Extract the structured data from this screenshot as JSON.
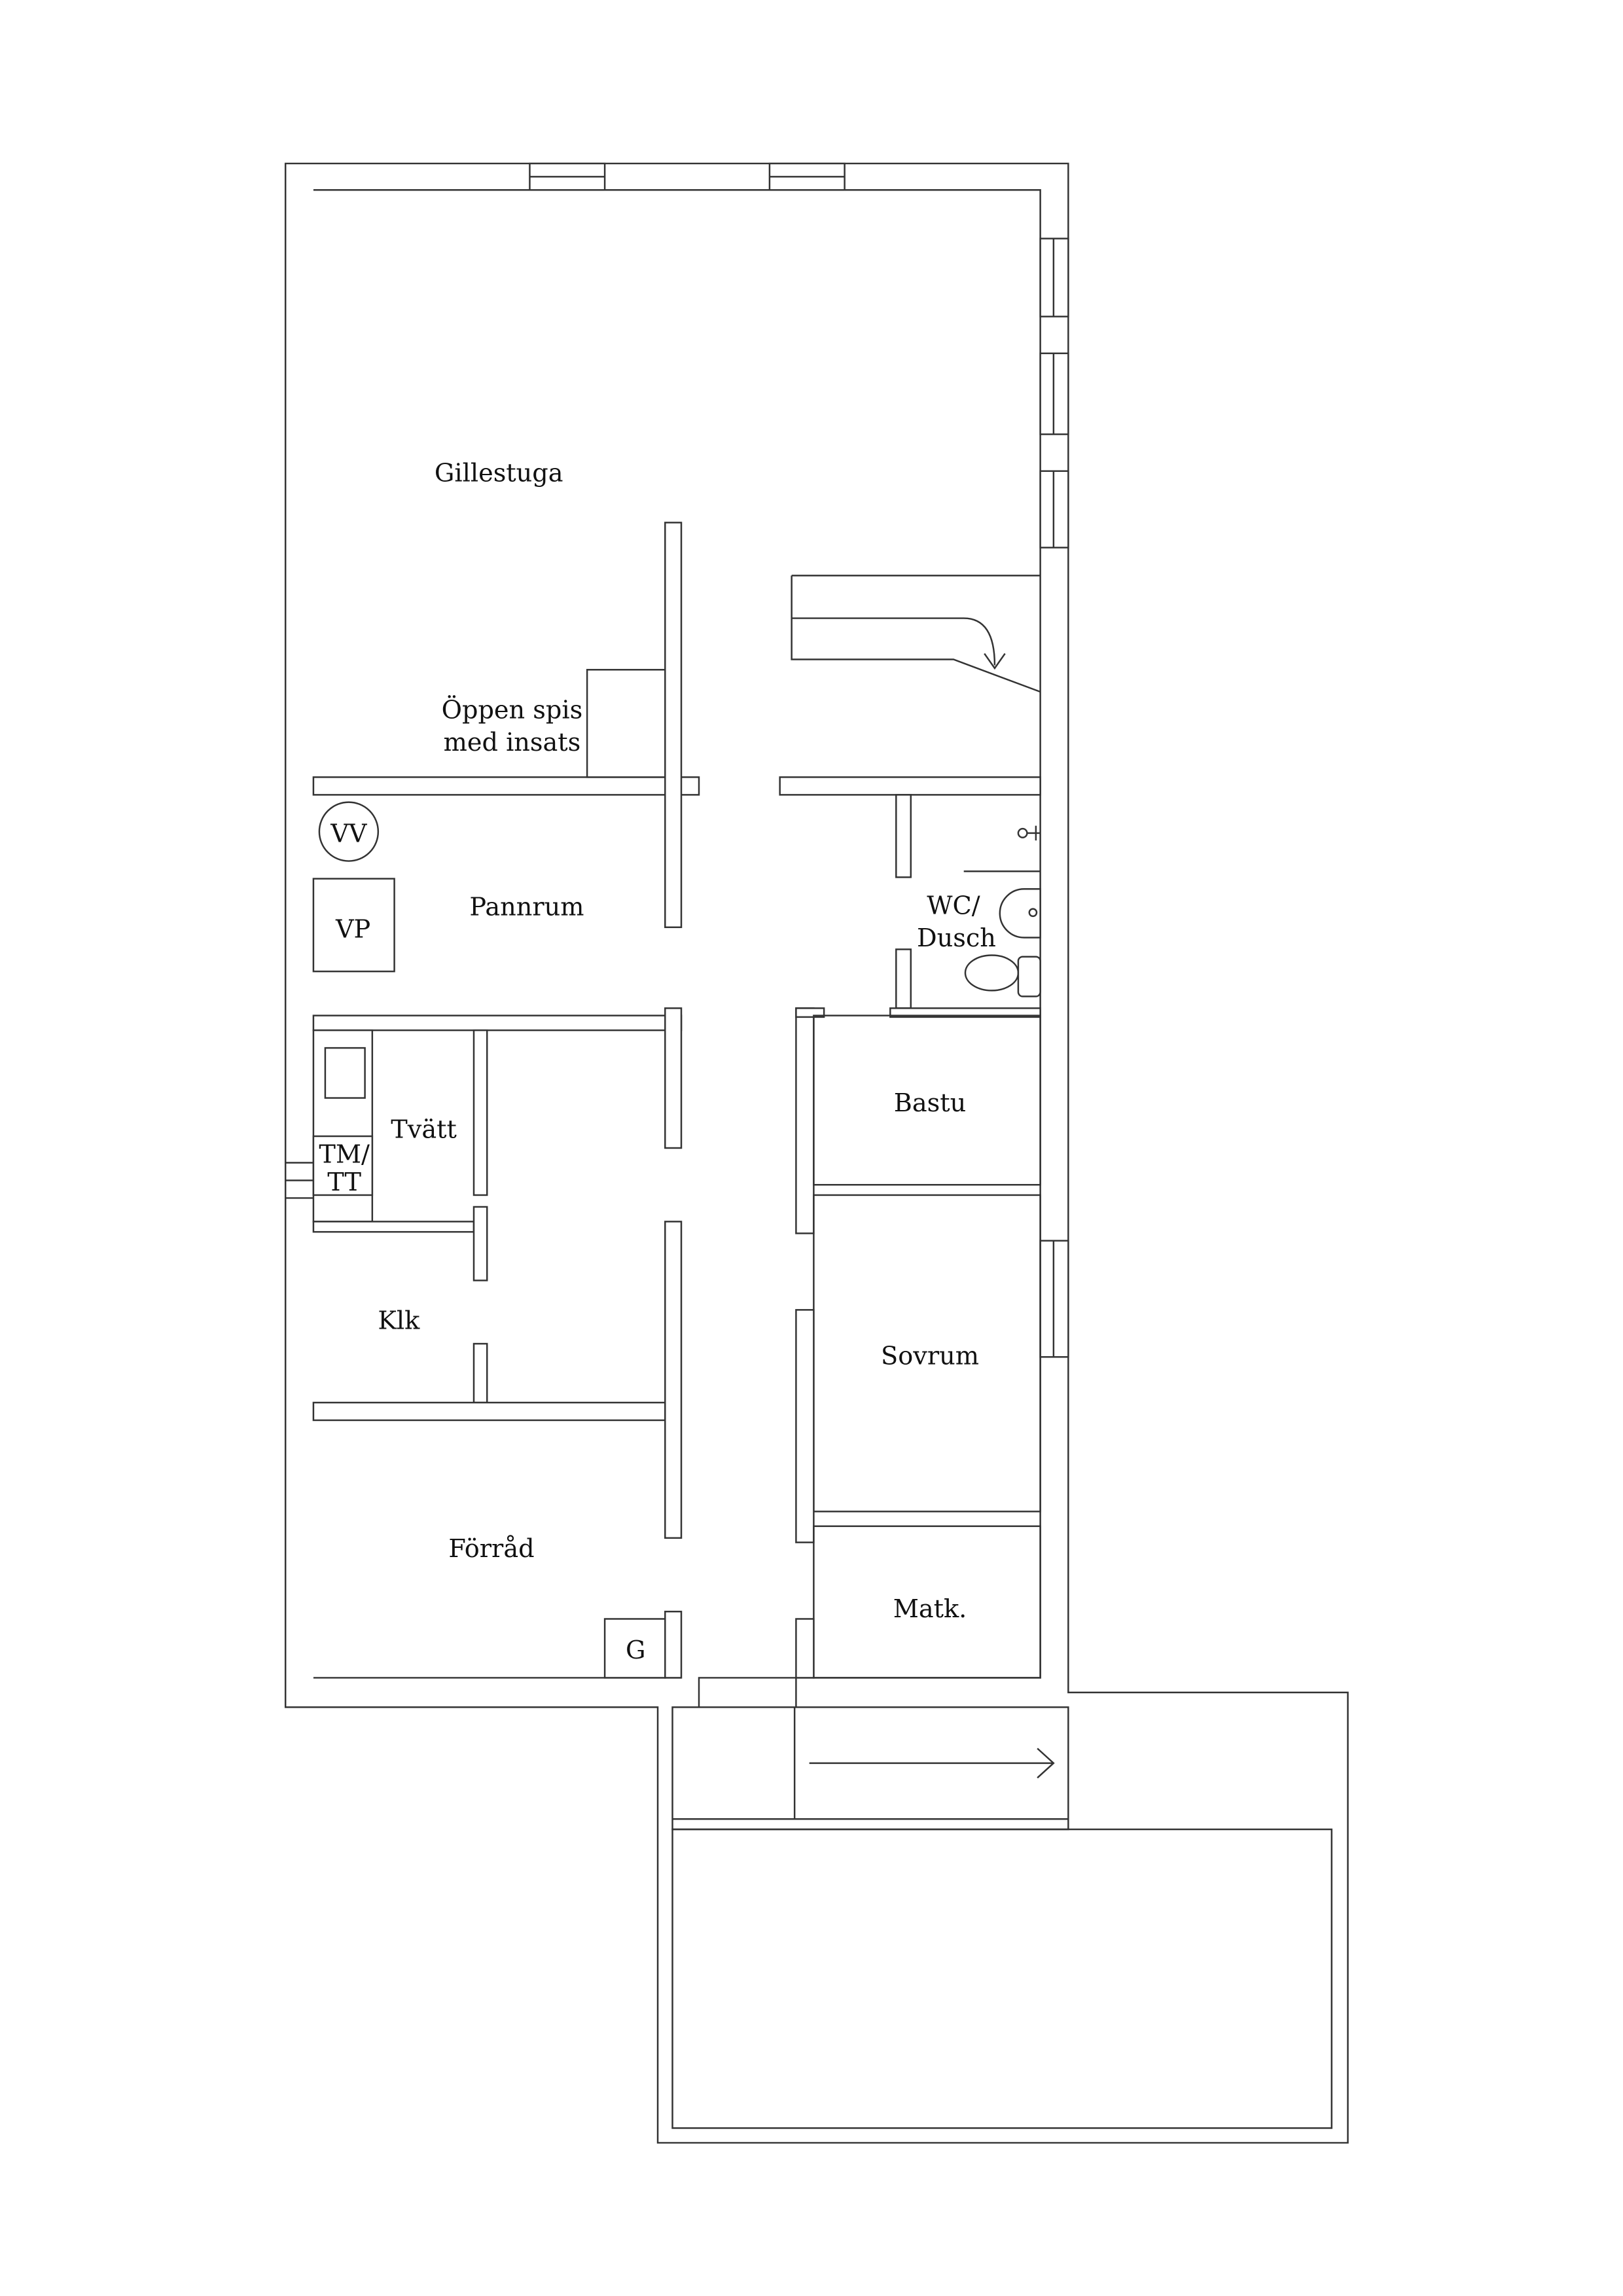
{
  "rooms": {
    "gillestuga": "Gillestuga",
    "fireplace_line1": "Öppen spis",
    "fireplace_line2": "med insats",
    "vv": "VV",
    "vp": "VP",
    "pannrum": "Pannrum",
    "tvatt": "Tvätt",
    "tmtt_line1": "TM/",
    "tmtt_line2": "TT",
    "klk": "Klk",
    "forrad": "Förråd",
    "g": "G",
    "wc_line1": "WC/",
    "wc_line2": "Dusch",
    "bastu": "Bastu",
    "sovrum": "Sovrum",
    "matk": "Matk."
  },
  "colors": {
    "line": "#333333",
    "background": "#ffffff"
  }
}
